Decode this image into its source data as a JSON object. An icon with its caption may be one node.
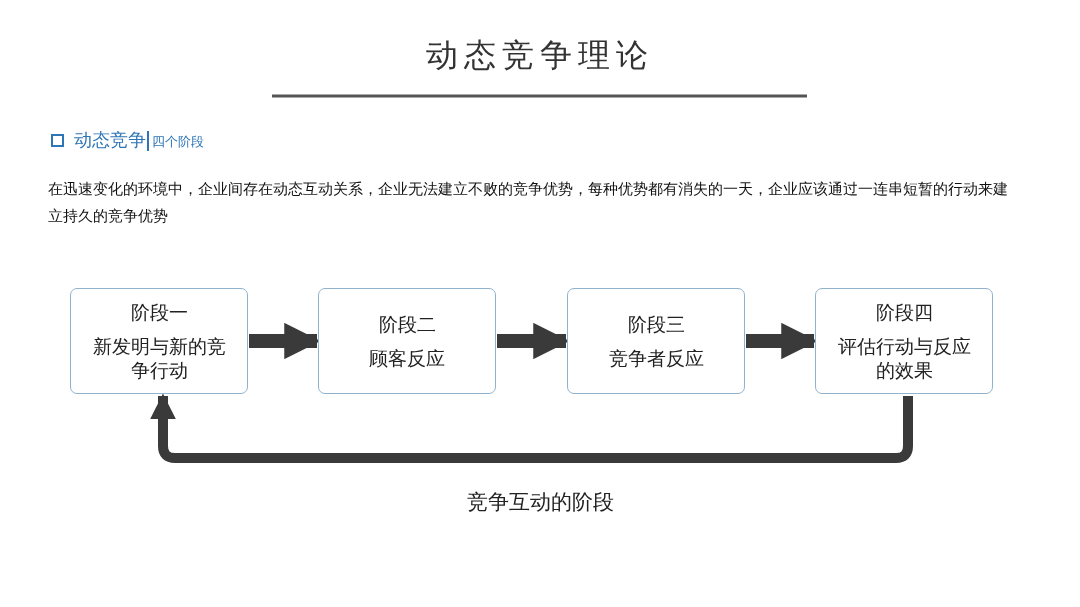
{
  "diagram": {
    "title": "动态竞争理论",
    "caption": "竞争互动的阶段",
    "nodes": [
      {
        "text": [
          "阶段一",
          "新发明与新的竞争行动"
        ]
      },
      {
        "text": [
          "阶段二",
          "顾客反应"
        ]
      },
      {
        "text": [
          "阶段三",
          "竞争者反应"
        ]
      },
      {
        "text": [
          "阶段四",
          "评估行动与反应的效果"
        ]
      }
    ],
    "edges": [
      {
        "from": 0,
        "to": 1,
        "arrow": "to"
      },
      {
        "from": 1,
        "to": 2,
        "arrow": "to"
      },
      {
        "from": 2,
        "to": 3,
        "arrow": "to"
      },
      {
        "from": 3,
        "to": 0,
        "arrow": "to"
      }
    ],
    "labels": [
      "动态竞争",
      "四个阶段",
      "在迅速变化的环境中，企业间存在动态互动关系，企业无法建立不败的竞争优势，每种优势都有消失的一天，企业应该通过一连串短暂的行动来建立持久的竞争优势"
    ]
  }
}
